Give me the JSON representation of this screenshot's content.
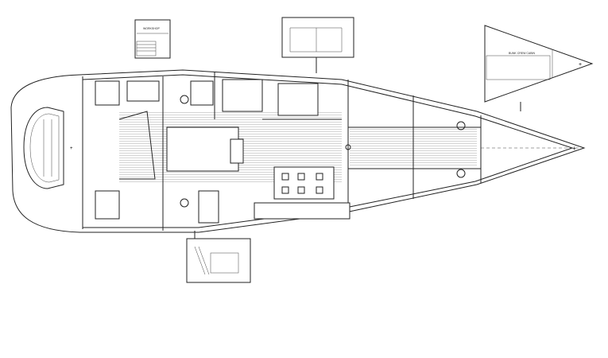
{
  "diagram": {
    "type": "yacht-deck-layout-plan",
    "labels": {
      "workshop": "WORKSHOP",
      "crew_cabin": "BUNK CREW CABIN"
    }
  }
}
